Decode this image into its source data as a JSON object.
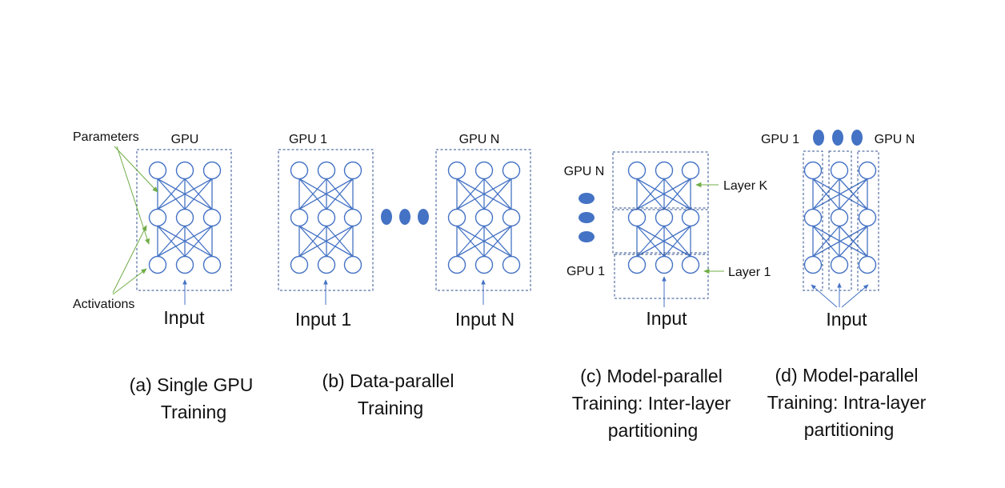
{
  "panel_a": {
    "gpu": "GPU",
    "parameters": "Parameters",
    "activations": "Activations",
    "input": "Input",
    "caption": [
      "(a)  Single GPU",
      "Training"
    ]
  },
  "panel_b": {
    "gpu_first": "GPU 1",
    "gpu_last": "GPU N",
    "input_first": "Input 1",
    "input_last": "Input N",
    "caption": [
      "(b) Data-parallel",
      "Training"
    ]
  },
  "panel_c": {
    "gpu_top": "GPU N",
    "gpu_bottom": "GPU 1",
    "layer_top": "Layer K",
    "layer_bottom": "Layer 1",
    "input": "Input",
    "caption": [
      "(c) Model-parallel",
      "Training: Inter-layer",
      "partitioning"
    ]
  },
  "panel_d": {
    "gpu_first": "GPU 1",
    "gpu_last": "GPU N",
    "input": "Input",
    "caption": [
      "(d) Model-parallel",
      "Training: Intra-layer",
      "partitioning"
    ]
  },
  "colors": {
    "network": "#4472c4",
    "annotation_arrows": "#70ad47",
    "dashed_boxes": "#2f4f8f"
  }
}
